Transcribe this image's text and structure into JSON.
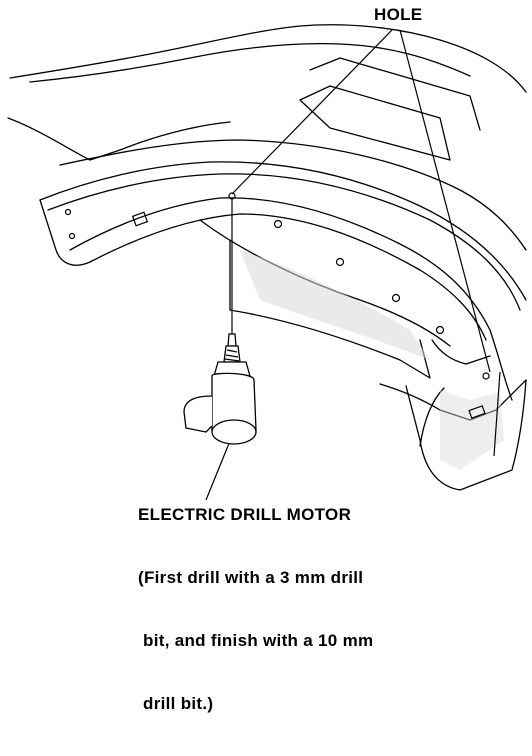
{
  "callouts": {
    "hole": "HOLE",
    "tool": "ELECTRIC DRILL MOTOR",
    "note_lines": [
      "(First drill with a 3 mm drill",
      " bit, and finish with a 10 mm",
      " drill bit.)"
    ]
  },
  "colors": {
    "ink": "#000000",
    "paper": "#ffffff",
    "shade": "#d9d9d9"
  },
  "icons": {
    "tool": "drill-icon"
  }
}
